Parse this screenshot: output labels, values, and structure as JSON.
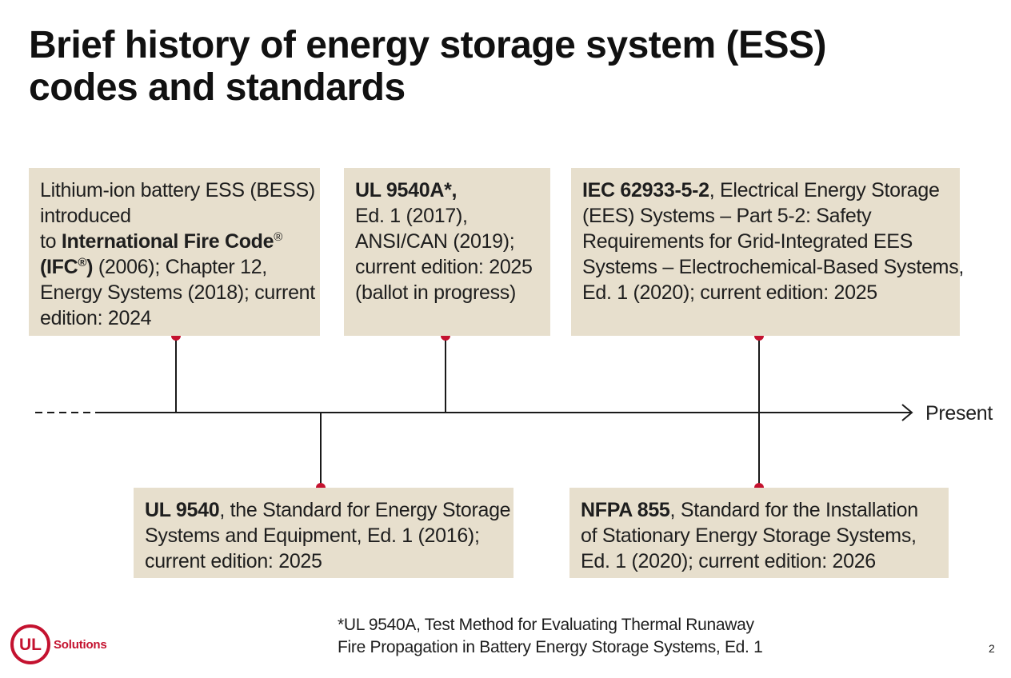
{
  "title": {
    "line1": "Brief history of energy storage system (ESS)",
    "line2": "codes and standards"
  },
  "colors": {
    "card_bg": "#e7dfcd",
    "marker_red": "#c4122f",
    "line": "#1a1a1a"
  },
  "timeline": {
    "end_label": "Present",
    "arrow_icon": "chevron-right-icon"
  },
  "cards": {
    "ifc": {
      "l1": "Lithium-ion battery ESS (BESS)",
      "l2": "introduced",
      "l3_pre": "to ",
      "l3_bold": "International Fire Code",
      "l3_sup": "®",
      "l4_bold_a": "(IFC",
      "l4_sup": "®",
      "l4_bold_b": ")",
      "l4_rest": " (2006); Chapter 12,",
      "l5": "Energy Systems (2018); current",
      "l6": "edition: 2024"
    },
    "ul9540a": {
      "l1_bold": "UL 9540A*,",
      "l2": "Ed. 1 (2017),",
      "l3": "ANSI/CAN (2019);",
      "l4": "current edition: 2025",
      "l5": "(ballot in progress)"
    },
    "iec": {
      "l1_bold": "IEC 62933-5-2",
      "l1_rest": ", Electrical Energy Storage",
      "l2": "(EES) Systems – Part 5-2: Safety",
      "l3": "Requirements for Grid-Integrated EES",
      "l4": "Systems – Electrochemical-Based Systems,",
      "l5": "Ed. 1 (2020); current edition: 2025"
    },
    "ul9540": {
      "l1_bold": "UL 9540",
      "l1_rest": ", the Standard for Energy Storage",
      "l2": "Systems and Equipment, Ed. 1 (2016);",
      "l3": "current edition: 2025"
    },
    "nfpa": {
      "l1_bold": "NFPA 855",
      "l1_rest": ", Standard for the Installation",
      "l2": "of Stationary Energy Storage Systems,",
      "l3": "Ed. 1 (2020); current edition: 2026"
    }
  },
  "footnote": {
    "l1": "*UL 9540A, Test Method for Evaluating Thermal Runaway",
    "l2": "Fire Propagation in Battery Energy Storage Systems, Ed. 1"
  },
  "logo": {
    "mark": "UL",
    "text": "Solutions",
    "icon": "ul-logo-icon"
  },
  "page_number": "2"
}
